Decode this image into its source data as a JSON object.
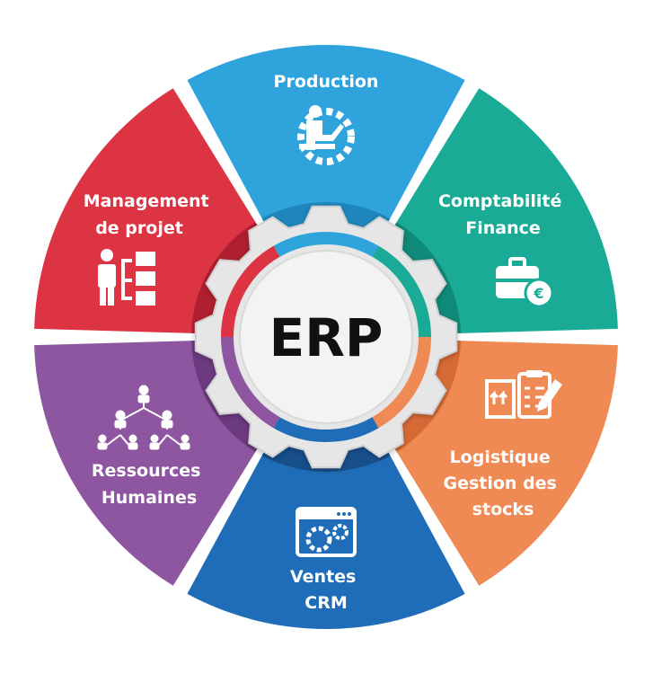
{
  "center": {
    "label": "ERP"
  },
  "segments": [
    {
      "id": "production",
      "lines": [
        "Production"
      ],
      "color": "#2fa3dc",
      "dark": "#1f86bd",
      "icon": "worker-gear-icon"
    },
    {
      "id": "comptabilite",
      "lines": [
        "Comptabilité",
        "Finance"
      ],
      "color": "#1aab96",
      "dark": "#0f8a78",
      "icon": "briefcase-euro-icon"
    },
    {
      "id": "logistique",
      "lines": [
        "Logistique",
        "Gestion des",
        "stocks"
      ],
      "color": "#ef8a55",
      "dark": "#d66a37",
      "icon": "inventory-checklist-icon"
    },
    {
      "id": "ventes",
      "lines": [
        "Ventes",
        "CRM"
      ],
      "color": "#1f6db8",
      "dark": "#174f8c",
      "icon": "browser-gears-icon"
    },
    {
      "id": "ressources",
      "lines": [
        "Ressources",
        "Humaines"
      ],
      "color": "#8e56a0",
      "dark": "#6c3a80",
      "icon": "org-chart-icon"
    },
    {
      "id": "management",
      "lines": [
        "Management",
        "de projet"
      ],
      "color": "#dd3444",
      "dark": "#b01f30",
      "icon": "person-hierarchy-icon"
    }
  ]
}
